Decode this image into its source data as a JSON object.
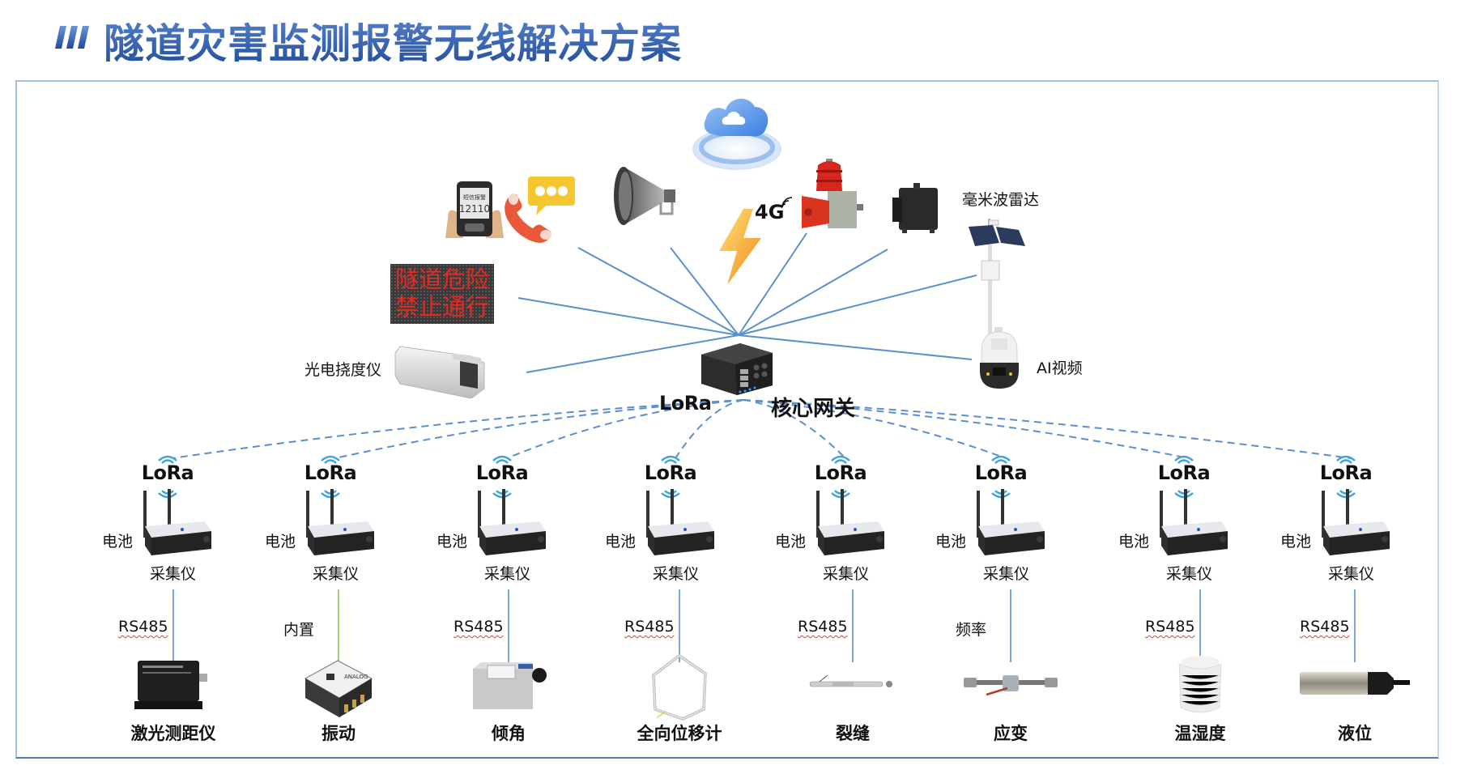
{
  "title": "隧道灾害监测报警无线解决方案",
  "colors": {
    "title_blue": "#2a58a6",
    "link_line": "#5a8fd0",
    "lora_dash": "#5a8fd0",
    "internal_link": "#8cc34a",
    "led_text": "#e52a24",
    "frame": "#9ec0e0"
  },
  "top_devices": {
    "cloud": {
      "icon": "cloud-platform-icon"
    },
    "sms_phone": {
      "icon": "sms-phone-icon",
      "screen_line1": "短信报警",
      "screen_line2": "12110"
    },
    "telephone": {
      "icon": "telephone-icon"
    },
    "chat": {
      "icon": "chat-bubble-icon"
    },
    "horn": {
      "icon": "loudspeaker-icon"
    },
    "network": {
      "icon": "lightning-icon",
      "label": "4G"
    },
    "siren": {
      "icon": "alarm-light-icon"
    },
    "radar": {
      "icon": "radar-icon",
      "label": "毫米波雷达"
    },
    "solar_pole": {
      "icon": "solar-pole-icon"
    },
    "ai_camera": {
      "icon": "dome-camera-icon",
      "label": "AI视频"
    },
    "led_sign": {
      "icon": "led-sign-icon",
      "line1": "隧道危险",
      "line2": "禁止通行"
    },
    "deflection": {
      "icon": "box-camera-icon",
      "label": "光电挠度仪"
    }
  },
  "gateway": {
    "label": "核心网关",
    "lora_label": "LoRa"
  },
  "nodes": [
    {
      "lora": "LoRa",
      "battery": "电池",
      "collector": "采集仪",
      "link": "RS485",
      "link_type": "rs485",
      "sensor": "激光测距仪",
      "sensor_icon": "laser-rangefinder-icon"
    },
    {
      "lora": "LoRa",
      "battery": "电池",
      "collector": "采集仪",
      "link": "内置",
      "link_type": "internal",
      "sensor": "振动",
      "sensor_icon": "vibration-chip-icon"
    },
    {
      "lora": "LoRa",
      "battery": "电池",
      "collector": "采集仪",
      "link": "RS485",
      "link_type": "rs485",
      "sensor": "倾角",
      "sensor_icon": "inclinometer-icon"
    },
    {
      "lora": "LoRa",
      "battery": "电池",
      "collector": "采集仪",
      "link": "RS485",
      "link_type": "rs485",
      "sensor": "全向位移计",
      "sensor_icon": "displacement-ring-icon"
    },
    {
      "lora": "LoRa",
      "battery": "电池",
      "collector": "采集仪",
      "link": "RS485",
      "link_type": "rs485",
      "sensor": "裂缝",
      "sensor_icon": "crack-meter-icon"
    },
    {
      "lora": "LoRa",
      "battery": "电池",
      "collector": "采集仪",
      "link": "频率",
      "link_type": "frequency",
      "sensor": "应变",
      "sensor_icon": "strain-gauge-icon"
    },
    {
      "lora": "LoRa",
      "battery": "电池",
      "collector": "采集仪",
      "link": "RS485",
      "link_type": "rs485",
      "sensor": "温湿度",
      "sensor_icon": "temp-humidity-icon"
    },
    {
      "lora": "LoRa",
      "battery": "电池",
      "collector": "采集仪",
      "link": "RS485",
      "link_type": "rs485",
      "sensor": "液位",
      "sensor_icon": "liquid-level-icon"
    }
  ]
}
